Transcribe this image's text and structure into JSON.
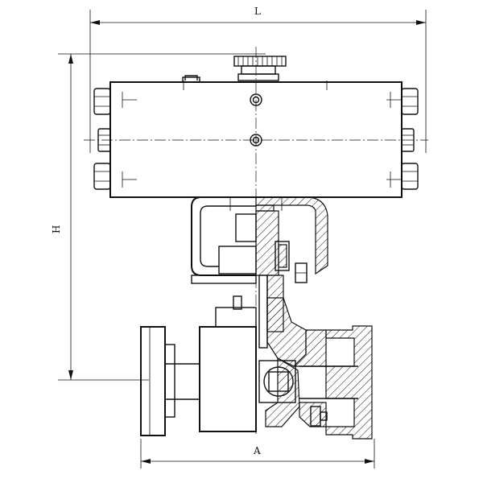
{
  "dimensions": {
    "length_label": "L",
    "height_label": "H",
    "flange_span_label": "A"
  }
}
